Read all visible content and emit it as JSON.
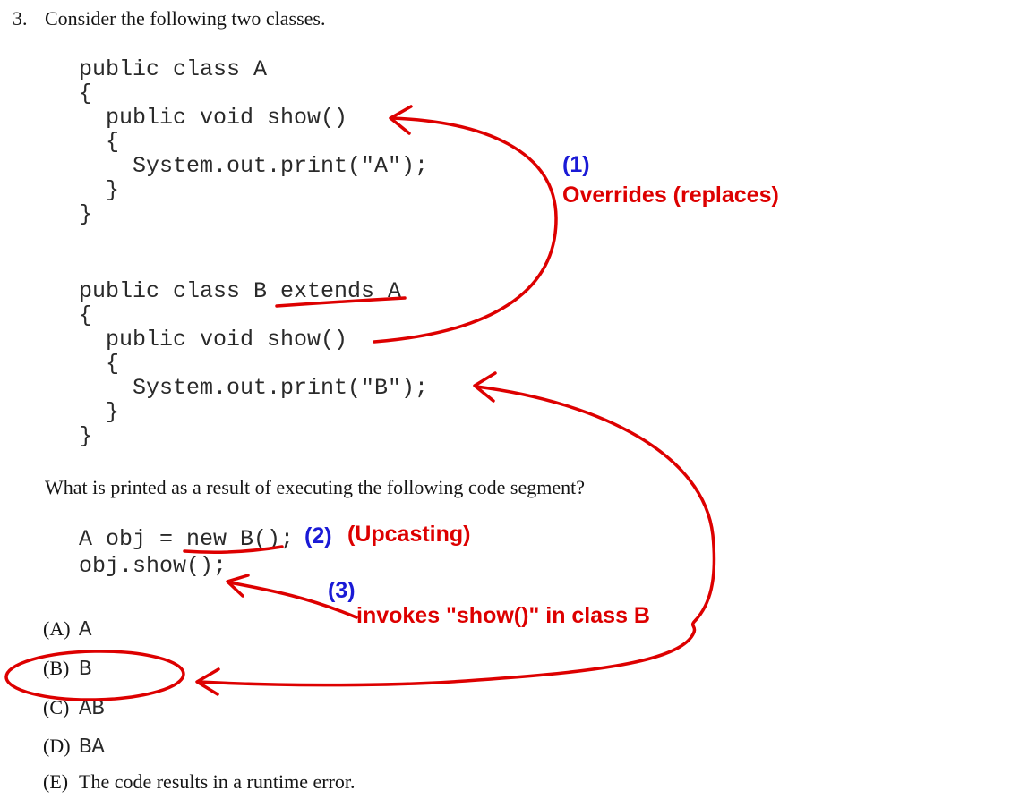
{
  "question": {
    "number": "3.",
    "intro": "Consider the following two classes.",
    "prompt": "What is printed as a result of executing the following code segment?"
  },
  "class_a": {
    "lines": [
      "public class A",
      "{",
      "  public void show()",
      "  {",
      "    System.out.print(\"A\");",
      "  }",
      "}"
    ]
  },
  "class_b": {
    "lines": [
      "public class B extends A",
      "{",
      "  public void show()",
      "  {",
      "    System.out.print(\"B\");",
      "  }",
      "}"
    ]
  },
  "segment": {
    "line1": "A obj = new B();",
    "line2": "obj.show();"
  },
  "annotations": {
    "red": "#dd0000",
    "blue": "#1a1ad6",
    "note1_number": "(1)",
    "note1_text": "Overrides (replaces)",
    "note2_number": "(2)",
    "note2_text": "(Upcasting)",
    "note3_number": "(3)",
    "note3_text": "invokes \"show()\" in class B"
  },
  "choices": [
    {
      "label": "(A)",
      "text": "A"
    },
    {
      "label": "(B)",
      "text": "B"
    },
    {
      "label": "(C)",
      "text": "AB"
    },
    {
      "label": "(D)",
      "text": "BA"
    },
    {
      "label": "(E)",
      "text": "The code results in a runtime error."
    }
  ]
}
